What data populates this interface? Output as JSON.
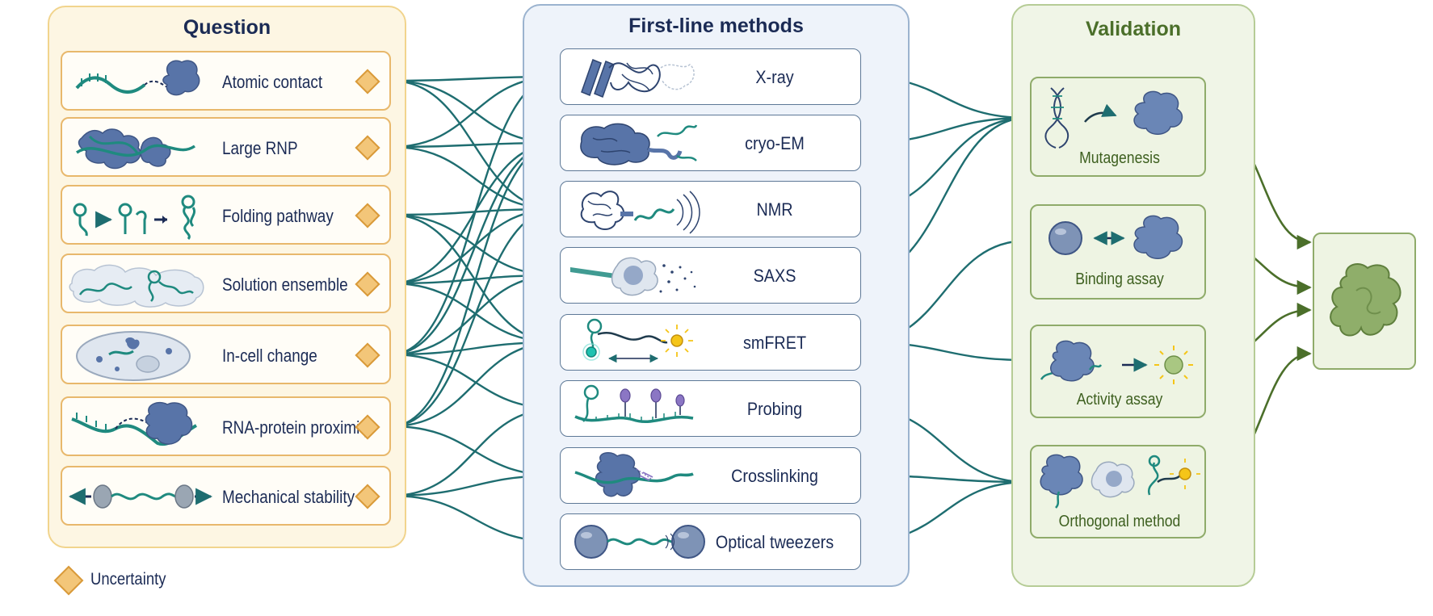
{
  "columns": {
    "question": "Question",
    "methods": "First-line methods",
    "validation": "Validation"
  },
  "questions": [
    {
      "label": "Atomic contact",
      "icon": "rna-protein-contact-icon"
    },
    {
      "label": "Large RNP",
      "icon": "ribonucleoprotein-complex-icon"
    },
    {
      "label": "Folding pathway",
      "icon": "folding-pathway-icon"
    },
    {
      "label": "Solution ensemble",
      "icon": "solution-ensemble-icon"
    },
    {
      "label": "In-cell change",
      "icon": "cell-icon"
    },
    {
      "label": "RNA-protein proximity",
      "icon": "rna-protein-proximity-icon"
    },
    {
      "label": "Mechanical stability",
      "icon": "bead-tether-icon"
    }
  ],
  "methods": [
    {
      "label": "X-ray",
      "icon": "crystal-structure-icon"
    },
    {
      "label": "cryo-EM",
      "icon": "cryo-em-density-icon"
    },
    {
      "label": "NMR",
      "icon": "nmr-structure-icon"
    },
    {
      "label": "SAXS",
      "icon": "saxs-scattering-icon"
    },
    {
      "label": "smFRET",
      "icon": "fret-dye-pair-icon"
    },
    {
      "label": "Probing",
      "icon": "chemical-probing-icon"
    },
    {
      "label": "Crosslinking",
      "icon": "crosslinking-icon"
    },
    {
      "label": "Optical tweezers",
      "icon": "optical-tweezers-icon"
    }
  ],
  "validations": [
    {
      "label": "Mutagenesis",
      "icon": "dna-to-protein-icon"
    },
    {
      "label": "Binding assay",
      "icon": "binding-icon"
    },
    {
      "label": "Activity assay",
      "icon": "activity-icon"
    },
    {
      "label": "Orthogonal method",
      "icon": "orthogonal-methods-icon"
    }
  ],
  "final": {
    "icon": "validated-structure-icon"
  },
  "legend": {
    "label": "Uncertainty",
    "icon": "uncertainty-diamond-icon"
  },
  "connections": {
    "question_to_method": [
      [
        0,
        0
      ],
      [
        0,
        1
      ],
      [
        0,
        2
      ],
      [
        1,
        0
      ],
      [
        1,
        1
      ],
      [
        1,
        2
      ],
      [
        2,
        2
      ],
      [
        2,
        3
      ],
      [
        2,
        4
      ],
      [
        3,
        1
      ],
      [
        3,
        2
      ],
      [
        3,
        3
      ],
      [
        3,
        4
      ],
      [
        4,
        0
      ],
      [
        4,
        1
      ],
      [
        4,
        3
      ],
      [
        4,
        4
      ],
      [
        4,
        5
      ],
      [
        5,
        1
      ],
      [
        5,
        2
      ],
      [
        5,
        4
      ],
      [
        5,
        6
      ],
      [
        6,
        5
      ],
      [
        6,
        6
      ],
      [
        6,
        7
      ]
    ],
    "method_to_validation": [
      [
        0,
        0
      ],
      [
        1,
        0
      ],
      [
        2,
        0
      ],
      [
        3,
        0
      ],
      [
        4,
        1
      ],
      [
        4,
        2
      ],
      [
        5,
        3
      ],
      [
        6,
        3
      ],
      [
        7,
        3
      ]
    ],
    "validation_to_final": [
      0,
      1,
      2,
      3
    ]
  },
  "colors": {
    "question_arrow": "#1e6d70",
    "validation_arrow": "#4b6f2a",
    "question_title": "#1b2b55",
    "methods_title": "#1b2b55",
    "validation_title": "#4b6f2a",
    "rna": "#1f8a7f",
    "protein": "#5874a8",
    "diamond": "#f3c679"
  }
}
